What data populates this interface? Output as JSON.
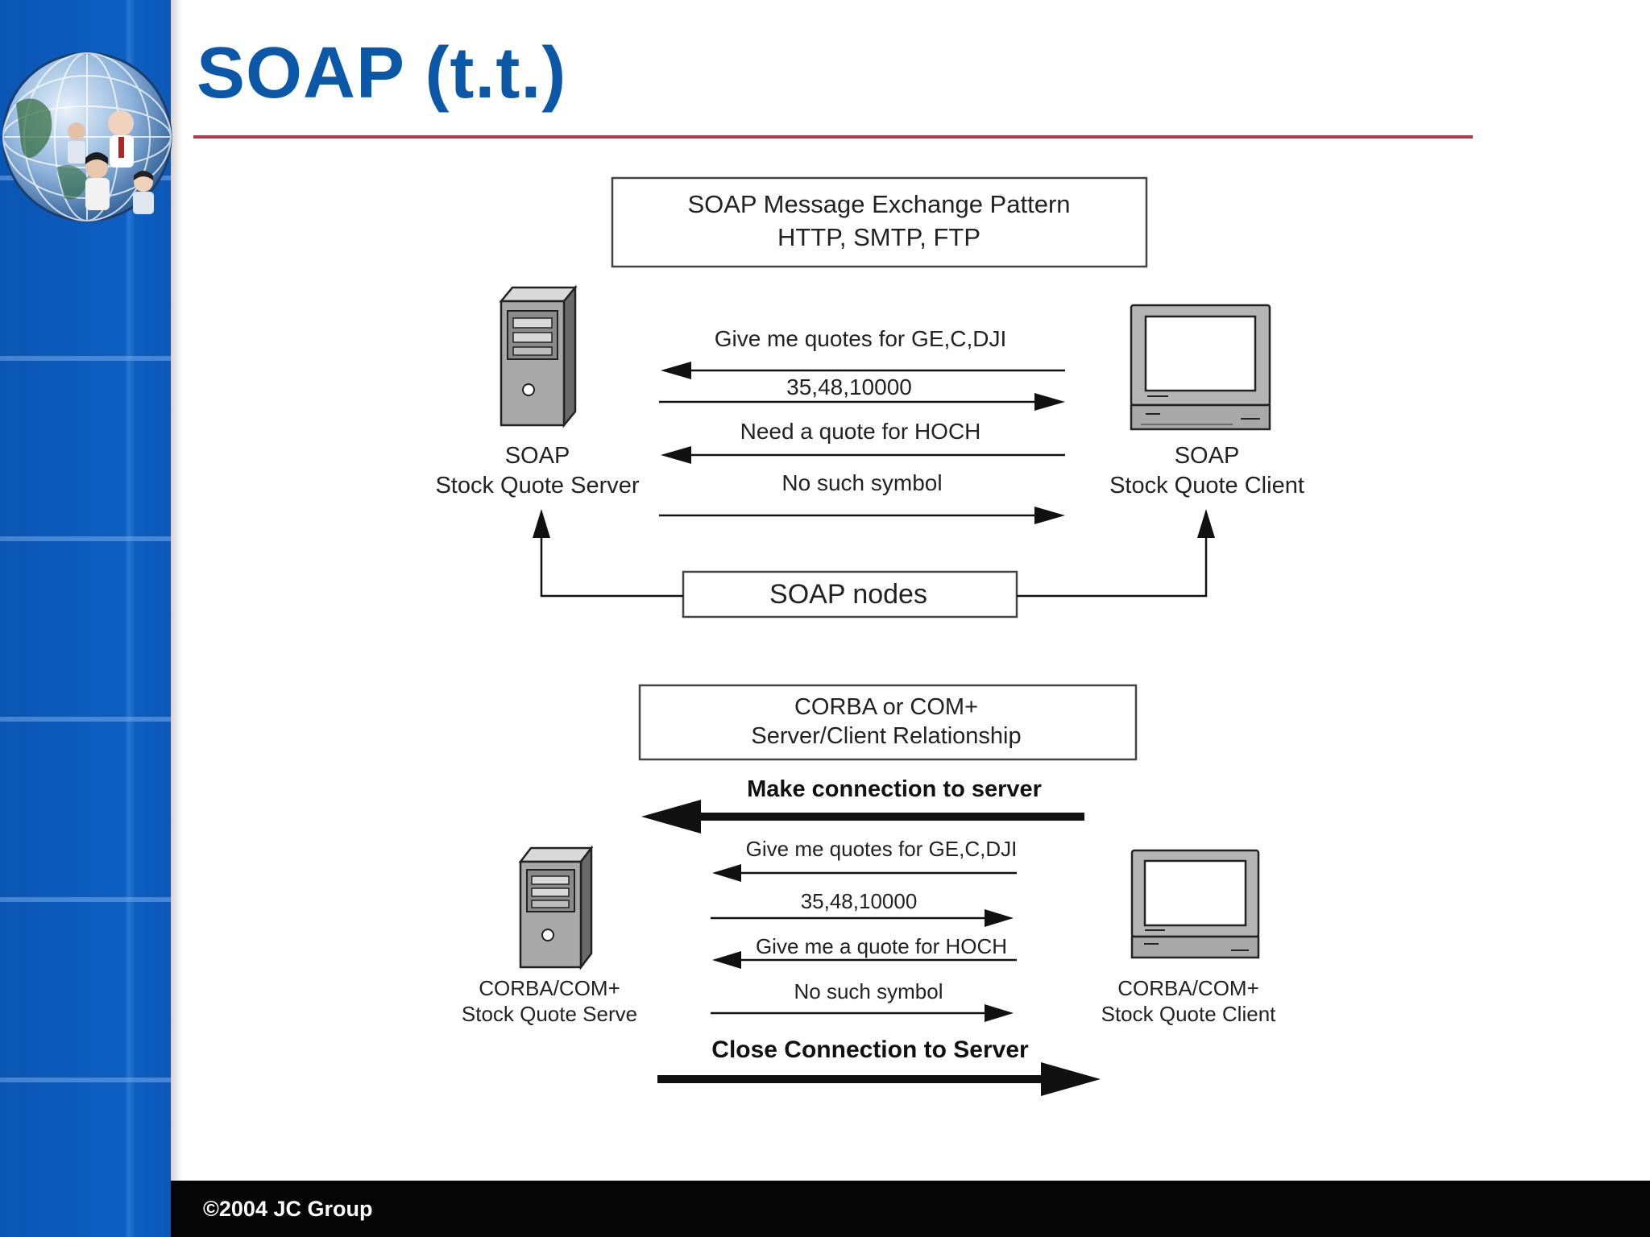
{
  "slide": {
    "title": "SOAP (t.t.)",
    "footer": "©2004 JC Group",
    "title_color": "#0b57a8",
    "rule_color": "#b23a48",
    "sidebar_color": "#0d5fc2"
  },
  "soap_section": {
    "header_line1": "SOAP Message Exchange Pattern",
    "header_line2": "HTTP, SMTP, FTP",
    "server_label_line1": "SOAP",
    "server_label_line2": "Stock Quote Server",
    "client_label_line1": "SOAP",
    "client_label_line2": "Stock Quote Client",
    "messages": [
      "Give me quotes for GE,C,DJI",
      "35,48,10000",
      "Need a quote for HOCH",
      "No such symbol"
    ],
    "nodes_label": "SOAP nodes"
  },
  "corba_section": {
    "header_line1": "CORBA or COM+",
    "header_line2": "Server/Client Relationship",
    "connect_label": "Make connection to server",
    "close_label": "Close Connection to Server",
    "server_label_line1": "CORBA/COM+",
    "server_label_line2": "Stock Quote Serve",
    "client_label_line1": "CORBA/COM+",
    "client_label_line2": "Stock Quote Client",
    "messages": [
      "Give me quotes for GE,C,DJI",
      "35,48,10000",
      "Give me a quote for HOCH",
      "No such symbol"
    ]
  }
}
